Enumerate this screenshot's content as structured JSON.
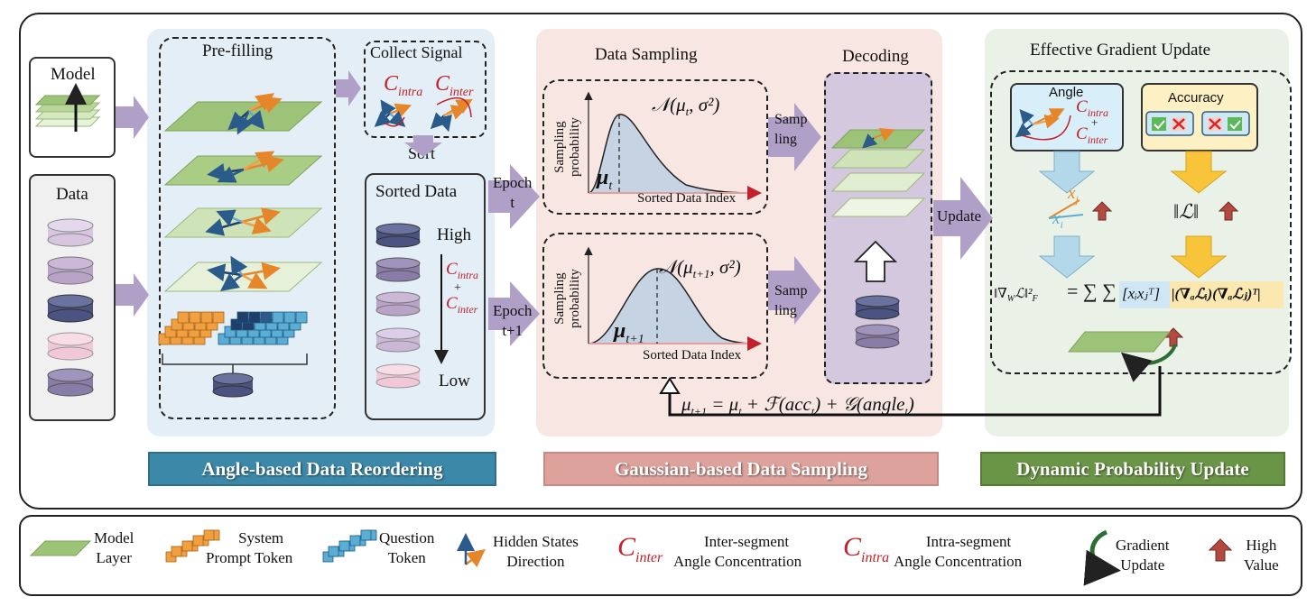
{
  "inputs": {
    "model_label": "Model",
    "data_label": "Data"
  },
  "prefill": {
    "title": "Pre-filling"
  },
  "collect": {
    "title": "Collect Signal",
    "c_intra_base": "C",
    "c_intra_sub": "intra",
    "c_inter_base": "C",
    "c_inter_sub": "inter"
  },
  "sort": {
    "label": "Sort"
  },
  "sorted": {
    "title": "Sorted Data",
    "high": "High",
    "low": "Low",
    "plus": "+"
  },
  "sampling": {
    "title": "Data Sampling",
    "epoch_t_line1": "Epoch",
    "epoch_t_line2": "t",
    "epoch_t1_line1": "Epoch",
    "epoch_t1_line2": "t+1",
    "ylabel_line1": "Sampling",
    "ylabel_line2": "probability",
    "xlabel": "Sorted Data Index",
    "dist_t": "𝒩(μ",
    "dist_t_sub": "t",
    "dist_t_rest": ", σ²)",
    "dist_t1": "𝒩(μ",
    "dist_t1_sub": "t+1",
    "dist_t1_rest": ", σ²)",
    "mu": "μ",
    "mu_t_sub": "t",
    "mu_t1_sub": "t+1",
    "sampling_word_line1": "Samp",
    "sampling_word_line2": "ling"
  },
  "decoding": {
    "title": "Decoding"
  },
  "update": {
    "label": "Update"
  },
  "gradient": {
    "title": "Effective Gradient Update",
    "angle_title": "Angle",
    "accuracy_title": "Accuracy",
    "xj": "x",
    "xj_sub": "j",
    "xi": "x",
    "xi_sub": "i",
    "loss_norm": "‖ℒ‖",
    "formula_left": "‖∇",
    "formula_left_sub": "W",
    "formula_left_rest": "ℒ‖²",
    "formula_left_F": "F",
    "formula_eq": " = ∑ ∑",
    "formula_box1": "[xᵢxⱼᵀ]",
    "formula_box2": "|(∇ₐℒᵢ)(∇ₐℒⱼ)ᵀ|"
  },
  "update_rule": {
    "mu": "μ",
    "sub_t1": "t+1",
    "eq": " = ",
    "mu2": "μ",
    "sub_t": "t",
    "f_part": " + ℱ(acc",
    "f_sub": "t",
    "close1": ")",
    "g_part": " + 𝒢(angle",
    "g_sub": "t",
    "close2": ")"
  },
  "banners": {
    "reorder": "Angle-based Data Reordering",
    "gaussian": "Gaussian-based Data Sampling",
    "dynamic": "Dynamic Probability Update"
  },
  "legend": {
    "model_layer_1": "Model",
    "model_layer_2": "Layer",
    "system_1": "System",
    "system_2": "Prompt Token",
    "question_1": "Question",
    "question_2": "Token",
    "hidden_1": "Hidden States",
    "hidden_2": "Direction",
    "inter_sym": "C",
    "inter_sub": "inter",
    "inter_1": "Inter-segment",
    "inter_2": "Angle Concentration",
    "intra_sym": "C",
    "intra_sub": "intra",
    "intra_1": "Intra-segment",
    "intra_2": "Angle Concentration",
    "grad_1": "Gradient",
    "grad_2": "Update",
    "high_1": "High",
    "high_2": "Value"
  },
  "colors": {
    "reorder_bg": "#e4eef6",
    "gaussian_bg": "#f7e6e2",
    "dynamic_bg": "#eaf1e6",
    "banner_blue": "#3c88a8",
    "banner_pink": "#dea29c",
    "banner_green": "#6b9546",
    "arrow_purple": "#b0a0c8",
    "layer_green": "#8fb56a",
    "disk_dark": "#56608c",
    "disk_purple": "#a494b6",
    "disk_pink": "#eeccda",
    "c_red": "#c2202a"
  }
}
